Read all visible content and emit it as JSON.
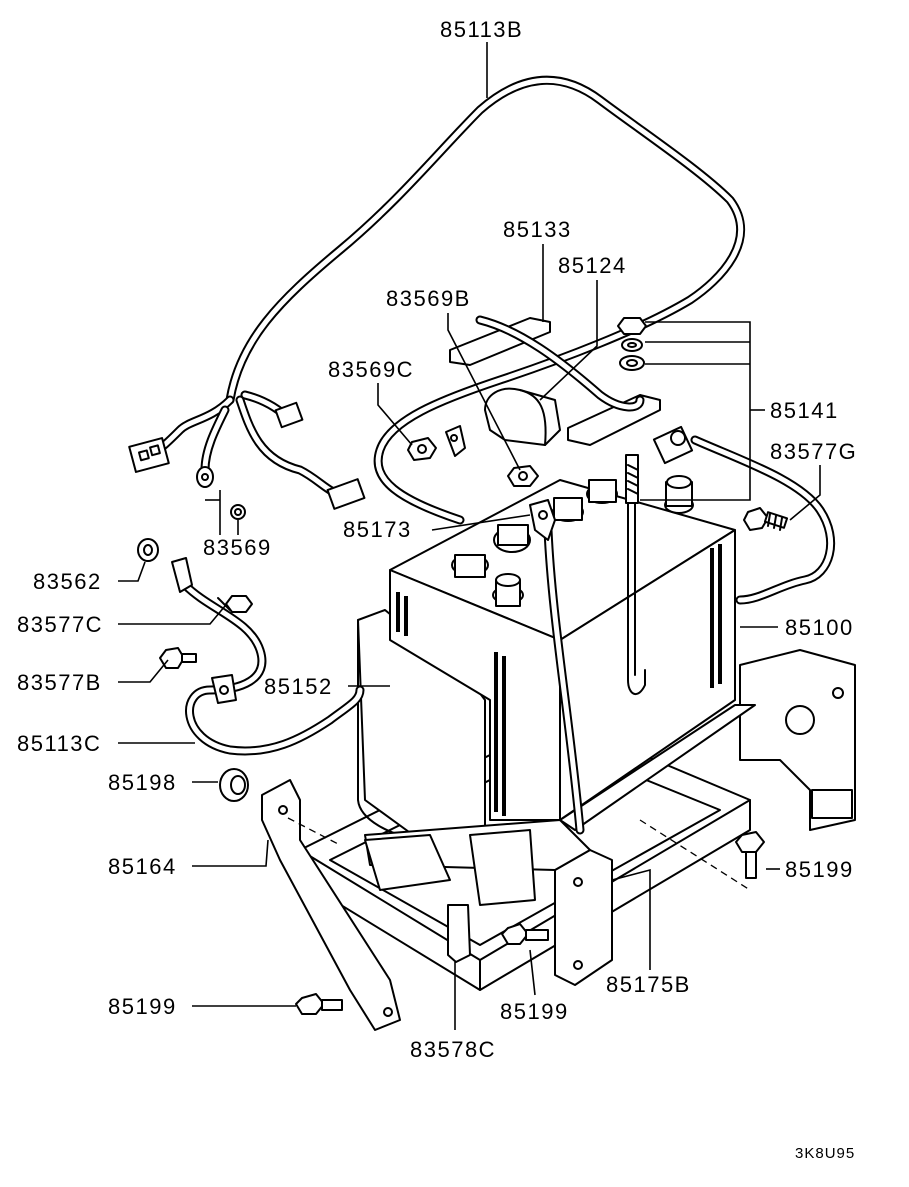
{
  "diagram": {
    "labels": {
      "p85113b": "85113B",
      "p85133": "85133",
      "p85124": "85124",
      "p83569b": "83569B",
      "p83569c": "83569C",
      "p85141": "85141",
      "p83577g": "83577G",
      "p85173": "85173",
      "p83569": "83569",
      "p83562": "83562",
      "p83577c": "83577C",
      "p83577b": "83577B",
      "p85152": "85152",
      "p85100": "85100",
      "p85113c": "85113C",
      "p85198": "85198",
      "p85164": "85164",
      "p85199_right": "85199",
      "p85199_left": "85199",
      "p85199_bottom": "85199",
      "p85175b": "85175B",
      "p83578c": "83578C"
    },
    "drawing_code": "3K8U95"
  }
}
